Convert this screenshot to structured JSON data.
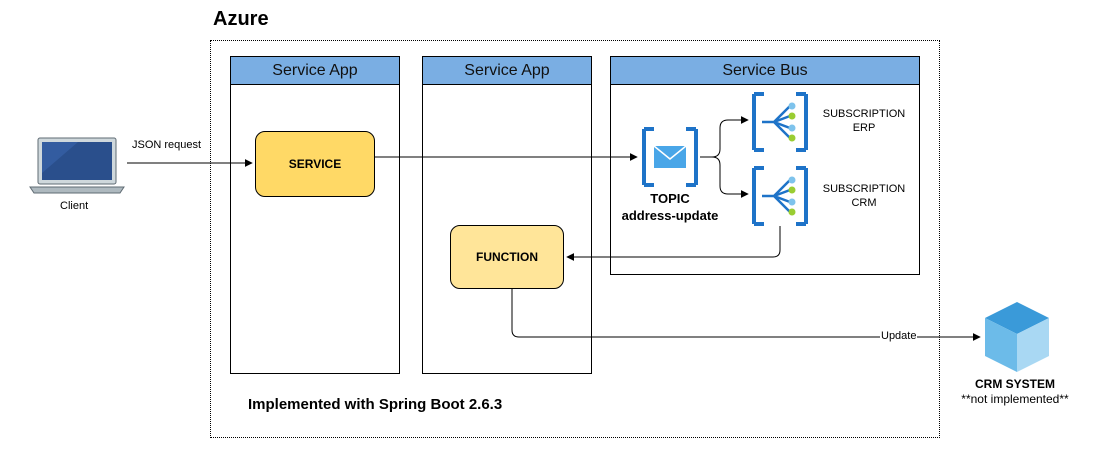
{
  "azure": {
    "title": "Azure"
  },
  "panels": {
    "service_app_1": "Service App",
    "service_app_2": "Service App",
    "service_bus": "Service Bus"
  },
  "client": {
    "label": "Client"
  },
  "nodes": {
    "service": "SERVICE",
    "function": "FUNCTION"
  },
  "topic": {
    "line1": "TOPIC",
    "line2": "address-update"
  },
  "subscriptions": {
    "erp": {
      "line1": "SUBSCRIPTION",
      "line2": "ERP"
    },
    "crm": {
      "line1": "SUBSCRIPTION",
      "line2": "CRM"
    }
  },
  "edges": {
    "json_request": "JSON request",
    "update": "Update"
  },
  "crm_system": {
    "line1": "CRM SYSTEM",
    "line2": "**not implemented**"
  },
  "footer": "Implemented with Spring Boot 2.6.3",
  "colors": {
    "panel_header": "#7aaee3",
    "service_fill": "#ffd966",
    "function_fill": "#ffe599",
    "azure_blue": "#1e73c8",
    "crm_cube": "#3a9ad9"
  },
  "icons": [
    "laptop-icon",
    "envelope-icon",
    "subscription-icon",
    "cube-icon"
  ]
}
